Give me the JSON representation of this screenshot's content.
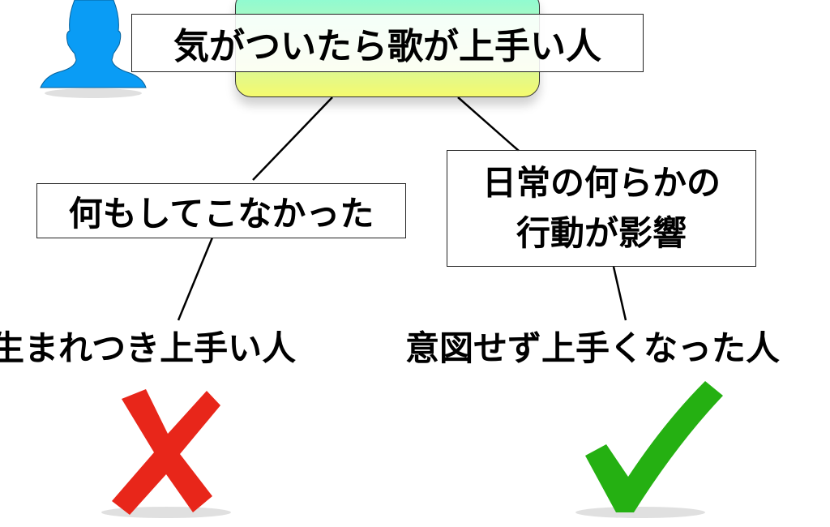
{
  "title": "気がついたら歌が上手い人",
  "left_branch": "何もしてこなかった",
  "right_branch": {
    "line1": "日常の何らかの",
    "line2": "行動が影響"
  },
  "left_result": "生まれつき上手い人",
  "right_result": "意図せず上手くなった人",
  "colors": {
    "person": "#0a9cf5",
    "cross": "#e8261a",
    "check": "#25b012"
  }
}
